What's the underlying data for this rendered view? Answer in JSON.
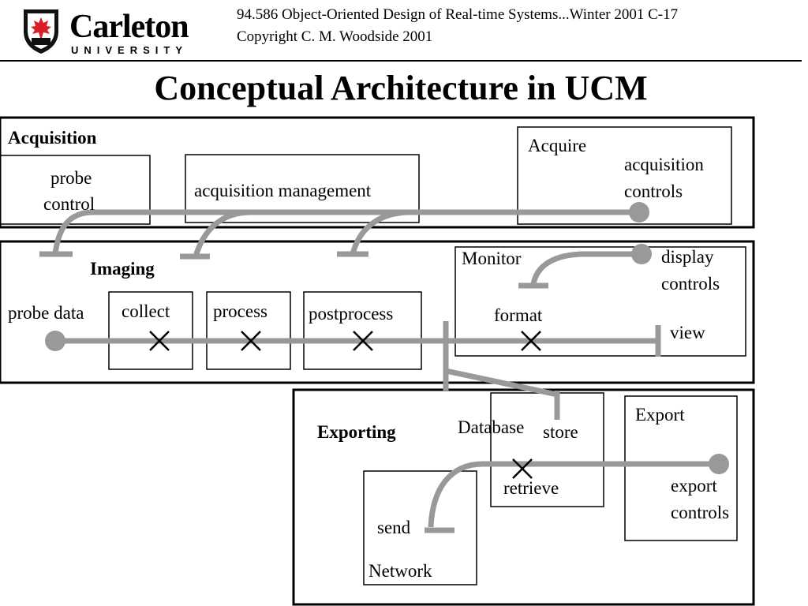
{
  "header": {
    "logo": {
      "name": "Carleton",
      "subname": "UNIVERSITY",
      "icon": "crest-icon"
    },
    "course_line": "94.586  Object-Oriented Design of Real-time Systems...Winter 2001   C-17",
    "copyright_line": "Copyright C. M. Woodside  2001"
  },
  "slide": {
    "title": "Conceptual Architecture in UCM"
  },
  "diagram": {
    "layers": {
      "acquisition": "Acquisition",
      "imaging": "Imaging",
      "exporting": "Exporting"
    },
    "components": {
      "probe_control": [
        "probe",
        "control"
      ],
      "acquisition_management": "acquisition management",
      "acquire": "Acquire",
      "monitor": "Monitor",
      "collect": "collect",
      "process": "process",
      "postprocess": "postprocess",
      "database": "Database",
      "export": "Export",
      "network": "Network"
    },
    "labels": {
      "acquisition_controls": [
        "acquisition",
        "controls"
      ],
      "display_controls": [
        "display",
        "controls"
      ],
      "probe_data": "probe data",
      "format": "format",
      "view": "view",
      "store": "store",
      "retrieve": "retrieve",
      "export_controls": [
        "export",
        "controls"
      ],
      "send": "send"
    },
    "colors": {
      "path": "#999999",
      "box": "#000000"
    }
  }
}
